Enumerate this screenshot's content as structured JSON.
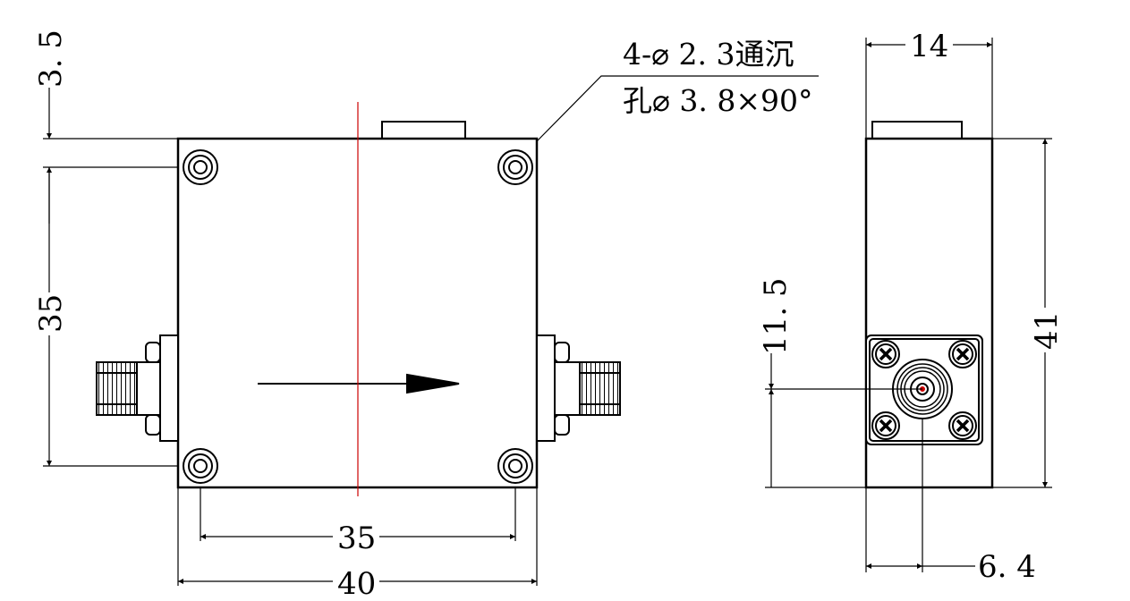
{
  "note": {
    "line1": "4-⌀ 2. 3通沉",
    "line2": "孔⌀ 3. 8×90°"
  },
  "dimensions": {
    "hole_offset_top": "3. 5",
    "hole_spacing_vertical": "35",
    "hole_spacing_horizontal": "35",
    "overall_width": "40",
    "side_depth": "14",
    "side_height": "41",
    "connector_height": "11. 5",
    "connector_offset": "6. 4"
  },
  "colors": {
    "line": "#000000",
    "centerline": "#cc0000",
    "background": "#ffffff"
  }
}
